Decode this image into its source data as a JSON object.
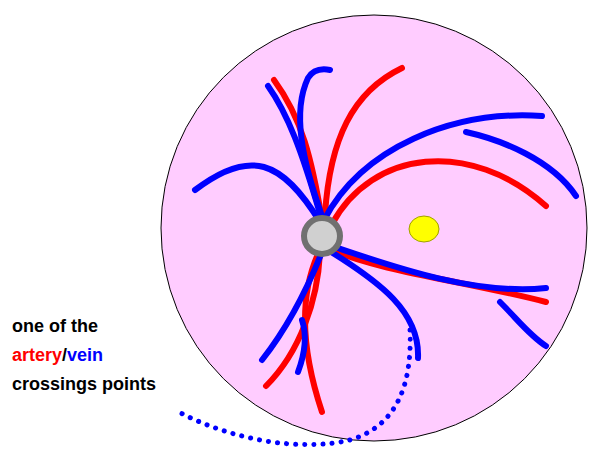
{
  "diagram": {
    "labels": [
      "one of the",
      "artery",
      "/",
      "vein",
      "crossings points"
    ]
  }
}
